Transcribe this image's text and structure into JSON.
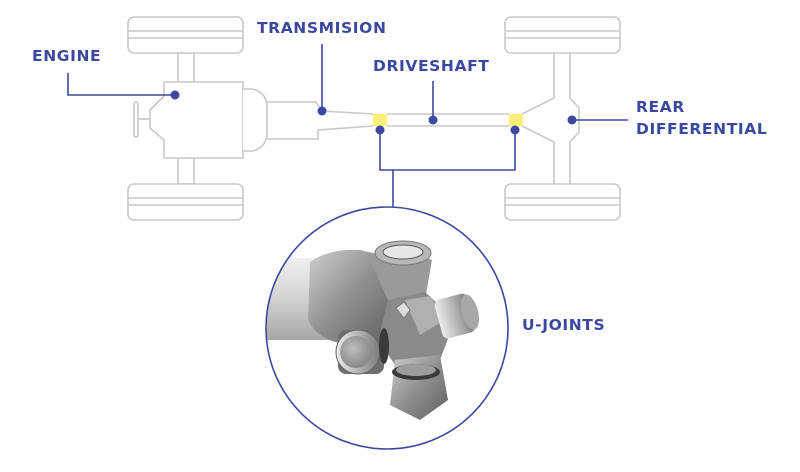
{
  "diagram": {
    "title": "Drivetrain components diagram",
    "colors": {
      "accent": "#3c48a0",
      "outline": "#c8c8c8",
      "joint_highlight": "#fdee7a",
      "background": "#ffffff"
    },
    "labels": {
      "engine": "ENGINE",
      "transmission": "TRANSMISION",
      "driveshaft": "DRIVESHAFT",
      "rear_differential_line1": "REAR",
      "rear_differential_line2": "DIFFERENTIAL",
      "u_joints": "U-JOINTS"
    },
    "inset": {
      "subject": "U-joint close-up render",
      "icon": "u-joint-illustration"
    }
  }
}
